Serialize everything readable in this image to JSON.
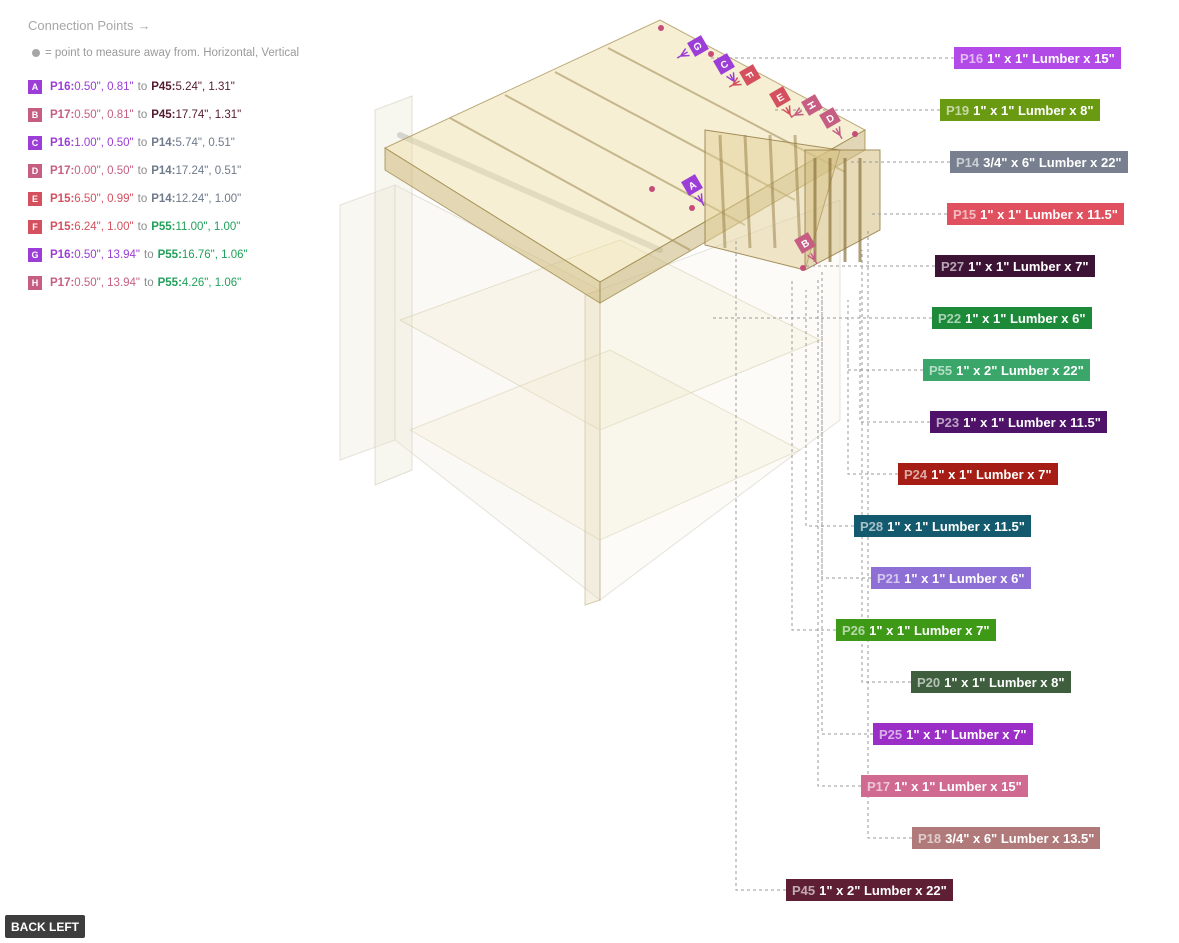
{
  "legend": {
    "title": "Connection Points",
    "title_arrow": "→",
    "note": "= point to measure away from. Horizontal, Vertical",
    "to_word": "to",
    "connections": [
      {
        "letter": "A",
        "from_part": "P16:",
        "from_val": "0.50\", 0.81\"",
        "to_part": "P45:",
        "to_val": "5.24\", 1.31\"",
        "from_color": "#9b3dd6",
        "to_color": "#541a2e"
      },
      {
        "letter": "B",
        "from_part": "P17:",
        "from_val": "0.50\", 0.81\"",
        "to_part": "P45:",
        "to_val": "17.74\", 1.31\"",
        "from_color": "#c65e83",
        "to_color": "#541a2e"
      },
      {
        "letter": "C",
        "from_part": "P16:",
        "from_val": "1.00\", 0.50\"",
        "to_part": "P14:",
        "to_val": "5.74\", 0.51\"",
        "from_color": "#9b3dd6",
        "to_color": "#6e7a8a"
      },
      {
        "letter": "D",
        "from_part": "P17:",
        "from_val": "0.00\", 0.50\"",
        "to_part": "P14:",
        "to_val": "17.24\", 0.51\"",
        "from_color": "#c65e83",
        "to_color": "#6e7a8a"
      },
      {
        "letter": "E",
        "from_part": "P15:",
        "from_val": "6.50\", 0.99\"",
        "to_part": "P14:",
        "to_val": "12.24\", 1.00\"",
        "from_color": "#d5505e",
        "to_color": "#6e7a8a"
      },
      {
        "letter": "F",
        "from_part": "P15:",
        "from_val": "6.24\", 1.00\"",
        "to_part": "P55:",
        "to_val": "11.00\", 1.00\"",
        "from_color": "#d5505e",
        "to_color": "#21a05a"
      },
      {
        "letter": "G",
        "from_part": "P16:",
        "from_val": "0.50\", 13.94\"",
        "to_part": "P55:",
        "to_val": "16.76\", 1.06\"",
        "from_color": "#9b3dd6",
        "to_color": "#21a05a"
      },
      {
        "letter": "H",
        "from_part": "P17:",
        "from_val": "0.50\", 13.94\"",
        "to_part": "P55:",
        "to_val": "4.26\", 1.06\"",
        "from_color": "#c65e83",
        "to_color": "#21a05a"
      }
    ]
  },
  "parts": [
    {
      "id": "P16",
      "desc": "1\" x 1\" Lumber  x 15\"",
      "color": "#b14ae6"
    },
    {
      "id": "P19",
      "desc": "1\" x 1\" Lumber  x 8\"",
      "color": "#6a9a12"
    },
    {
      "id": "P14",
      "desc": "3/4\" x 6\" Lumber x 22\"",
      "color": "#78808f"
    },
    {
      "id": "P15",
      "desc": "1\" x 1\" Lumber  x 11.5\"",
      "color": "#e0505e"
    },
    {
      "id": "P27",
      "desc": "1\" x 1\" Lumber  x 7\"",
      "color": "#3d1335"
    },
    {
      "id": "P22",
      "desc": "1\" x 1\" Lumber  x 6\"",
      "color": "#1d8a3a"
    },
    {
      "id": "P55",
      "desc": "1\" x 2\" Lumber x 22\"",
      "color": "#3aa66a"
    },
    {
      "id": "P23",
      "desc": "1\" x 1\" Lumber  x 11.5\"",
      "color": "#4e1268"
    },
    {
      "id": "P24",
      "desc": "1\" x 1\" Lumber  x 7\"",
      "color": "#a51d14"
    },
    {
      "id": "P28",
      "desc": "1\" x 1\" Lumber  x 11.5\"",
      "color": "#145a6e"
    },
    {
      "id": "P21",
      "desc": "1\" x 1\" Lumber  x 6\"",
      "color": "#8e6fd6"
    },
    {
      "id": "P26",
      "desc": "1\" x 1\" Lumber  x 7\"",
      "color": "#3e9a16"
    },
    {
      "id": "P20",
      "desc": "1\" x 1\" Lumber  x 8\"",
      "color": "#3e5e3e"
    },
    {
      "id": "P25",
      "desc": "1\" x 1\" Lumber  x 7\"",
      "color": "#9a2ec6"
    },
    {
      "id": "P17",
      "desc": "1\" x 1\" Lumber  x 15\"",
      "color": "#d06a90"
    },
    {
      "id": "P18",
      "desc": "3/4\" x 6\" Lumber x 13.5\"",
      "color": "#b07a7a"
    },
    {
      "id": "P45",
      "desc": "1\" x 2\" Lumber x 22\"",
      "color": "#5e1e34"
    }
  ],
  "view_button": "BACK LEFT"
}
